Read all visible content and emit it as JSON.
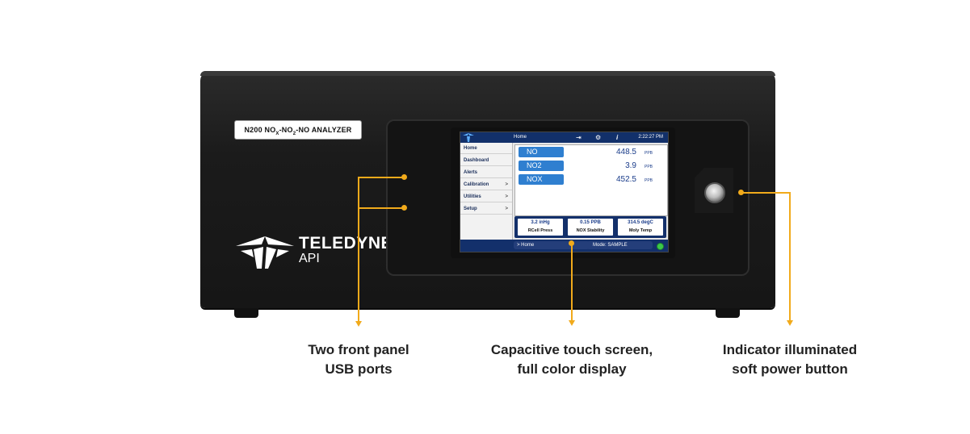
{
  "device": {
    "model_prefix": "N200 NO",
    "model_sub1": "X",
    "model_mid": "-NO",
    "model_sub2": "2",
    "model_suffix": "-NO ANALYZER",
    "brand_name": "TELEDYNE",
    "brand_sub": "API"
  },
  "screen": {
    "title": "Home",
    "time": "2:22:27 PM",
    "menu": [
      {
        "label": "Home",
        "chevron": ""
      },
      {
        "label": "Dashboard",
        "chevron": ""
      },
      {
        "label": "Alerts",
        "chevron": ""
      },
      {
        "label": "Calibration",
        "chevron": ">"
      },
      {
        "label": "Utilities",
        "chevron": ">"
      },
      {
        "label": "Setup",
        "chevron": ">"
      }
    ],
    "measurements": [
      {
        "name": "NO",
        "value": "448.5",
        "unit": "PPB"
      },
      {
        "name": "NO2",
        "value": "3.9",
        "unit": "PPB"
      },
      {
        "name": "NOX",
        "value": "452.5",
        "unit": "PPB"
      }
    ],
    "tiles": [
      {
        "value": "3.2 inHg",
        "label": "RCell Press"
      },
      {
        "value": "0.15 PPB",
        "label": "NOX Stability"
      },
      {
        "value": "314.5 degC",
        "label": "Moly Temp"
      }
    ],
    "breadcrumb": "> Home",
    "mode": "Mode: SAMPLE"
  },
  "captions": {
    "usb": {
      "line1": "Two front panel",
      "line2": "USB ports"
    },
    "touch": {
      "line1": "Capacitive touch screen,",
      "line2": "full color display"
    },
    "power": {
      "line1": "Indicator illuminated",
      "line2": "soft power button"
    }
  },
  "colors": {
    "callout": "#f1aa1b",
    "screen_navy": "#13306b",
    "measurement_blue": "#2f7fd0",
    "status_led": "#3cc84a"
  },
  "icons": [
    "teledyne-logo-icon",
    "logout-icon",
    "gear-icon",
    "info-icon",
    "status-led-icon",
    "usb-port-icon",
    "power-button-icon"
  ]
}
